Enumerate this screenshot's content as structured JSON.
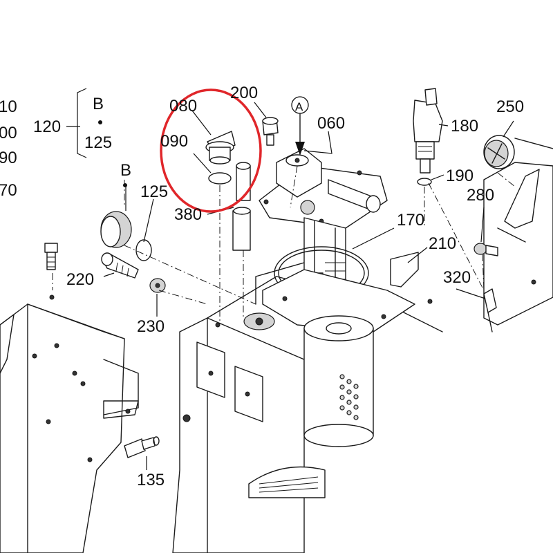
{
  "highlight_color": "#e0262a",
  "callouts": {
    "c010": "10",
    "c000": "00",
    "c090l": "90",
    "c070": "70",
    "c120": "120",
    "cB_bracket": "B",
    "c125_bracket": "125",
    "cB_part": "B",
    "c125": "125",
    "c080": "080",
    "c090": "090",
    "c200": "200",
    "cA": "A",
    "c060": "060",
    "c180": "180",
    "c250": "250",
    "c190": "190",
    "c280": "280",
    "c380": "380",
    "c170": "170",
    "c210": "210",
    "c320": "320",
    "c220": "220",
    "c230": "230",
    "c135": "135"
  }
}
